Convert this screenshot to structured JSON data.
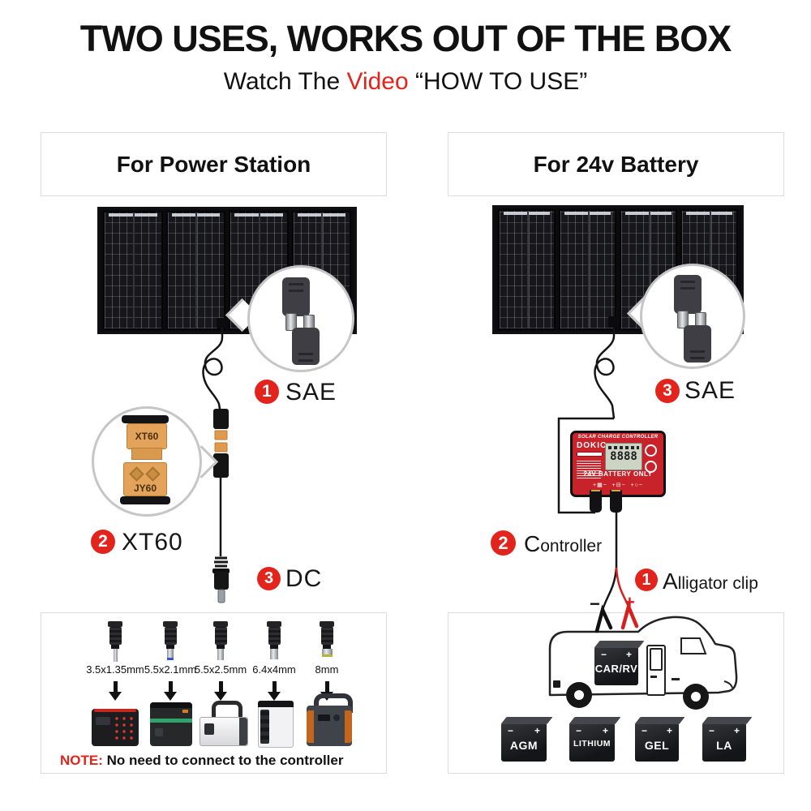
{
  "header": {
    "title": "TWO USES, WORKS OUT OF THE BOX",
    "subtitle_prefix": "Watch The ",
    "subtitle_video": "Video",
    "subtitle_suffix": " “HOW TO USE”"
  },
  "colors": {
    "accent_red": "#e2241d",
    "controller_red": "#c8222a",
    "box_border": "#dddddd"
  },
  "sym": {
    "minus": "−",
    "plus": "+"
  },
  "left": {
    "header": "For Power Station",
    "sae_badge": "1",
    "sae_label": "SAE",
    "xt60_badge": "2",
    "xt60_label": "XT60",
    "dc_badge": "3",
    "dc_label": "DC",
    "xt60_connector_top": "XT60",
    "xt60_connector_bottom": "JY60",
    "tip_sizes": [
      "3.5x1.35mm",
      "5.5x2.1mm",
      "5.5x2.5mm",
      "6.4x4mm",
      "8mm"
    ],
    "note_label": "NOTE:",
    "note_text": "No need to connect to the controller"
  },
  "right": {
    "header": "For 24v Battery",
    "sae_badge": "3",
    "sae_label": "SAE",
    "controller_badge": "2",
    "controller_first": "C",
    "controller_rest": "ontroller",
    "clip_badge": "1",
    "clip_first": "A",
    "clip_rest": "lligator clip",
    "minus": "−",
    "plus": "+",
    "controller": {
      "title": "SOLAR CHARGE CONTROLLER",
      "brand": "DOKIO",
      "display": "8888",
      "battery_line": "24V BATTERY ONLY",
      "terminal_icons": "+▦−  +⊟−  +○−"
    },
    "rv_battery": {
      "label": "CAR/RV"
    },
    "batteries": [
      {
        "label": "AGM"
      },
      {
        "label": "LITHIUM"
      },
      {
        "label": "GEL"
      },
      {
        "label": "LA"
      }
    ]
  }
}
